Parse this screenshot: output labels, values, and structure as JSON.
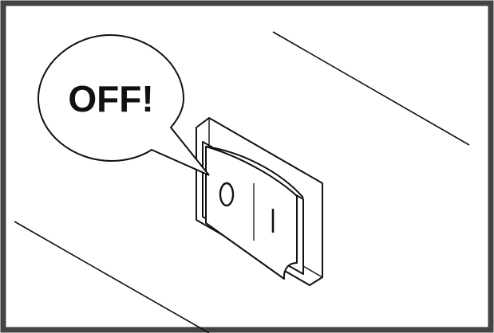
{
  "callout": {
    "text": "OFF!"
  },
  "switch": {
    "off_symbol": "O",
    "on_symbol": "I",
    "state": "off"
  },
  "colors": {
    "frame": "#444444",
    "stroke": "#111111",
    "background": "#ffffff"
  }
}
